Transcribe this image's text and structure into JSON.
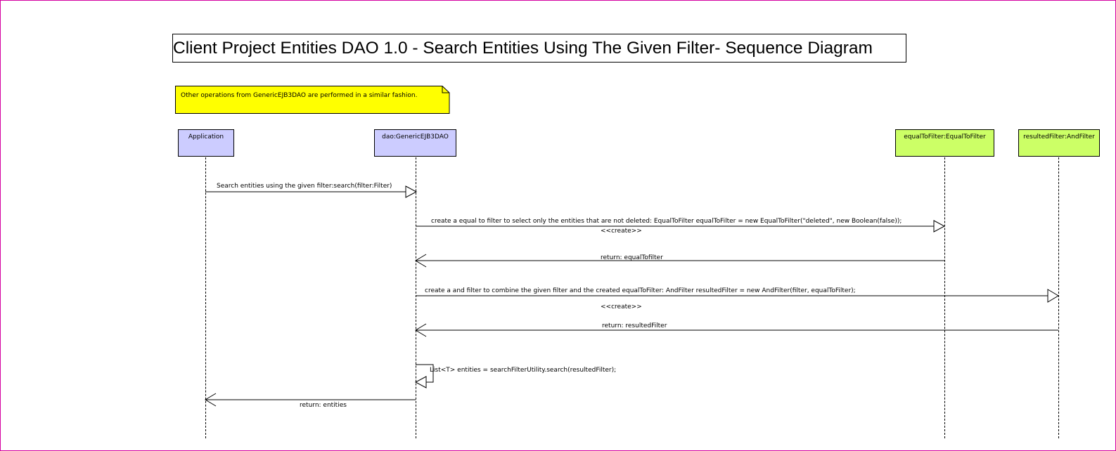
{
  "title": "Client Project Entities DAO 1.0 - Search Entities Using The Given Filter- Sequence Diagram",
  "note": "Other operations from GenericEJB3DAO are performed in a similar fashion.",
  "colors": {
    "frame": "#d400a0",
    "actor_fill": "#ccccff",
    "object_fill": "#ccff66",
    "note_fill": "#ffff00"
  },
  "lifelines": [
    {
      "id": "application",
      "label": "Application"
    },
    {
      "id": "dao",
      "label": "dao:GenericEJB3DAO"
    },
    {
      "id": "equal",
      "label": "equalToFilter:EqualToFilter"
    },
    {
      "id": "resulted",
      "label": "resultedFilter:AndFilter"
    }
  ],
  "messages": [
    {
      "label": "Search entities using the given filter:search(filter:Filter)"
    },
    {
      "label": "create a equal to filter to select only the entities that are not deleted: EqualToFilter equalToFilter = new EqualToFilter(\"deleted\", new Boolean(false));",
      "stereotype": "<<create>>"
    },
    {
      "label": "return: equalTofilter"
    },
    {
      "label": "create a and filter to combine the given filter and the created equalToFilter: AndFilter resultedFilter = new AndFilter(filter, equalToFilter);",
      "stereotype": "<<create>>"
    },
    {
      "label": "return: resultedFilter"
    },
    {
      "label": "List<T> entities = searchFilterUtility.search(resultedFilter);"
    },
    {
      "label": "return: entities"
    }
  ]
}
